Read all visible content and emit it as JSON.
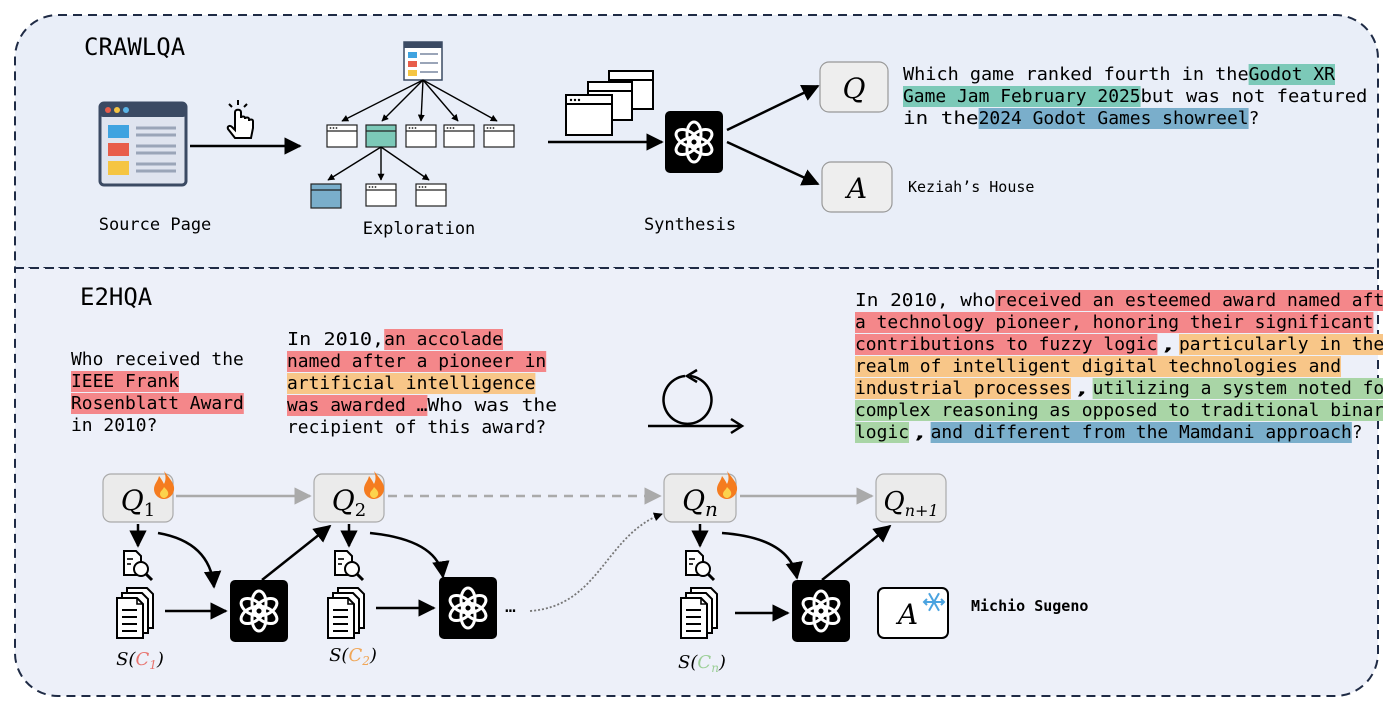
{
  "crawlqa": {
    "title": "CRAWLQA",
    "source_label": "Source Page",
    "exploration_label": "Exploration",
    "synthesis_label": "Synthesis",
    "q_symbol": "Q",
    "a_symbol": "A",
    "question_lines": [
      [
        {
          "t": "Which game ranked fourth in the ",
          "h": ""
        },
        {
          "t": "Godot XR",
          "h": "teal"
        }
      ],
      [
        {
          "t": "Game Jam February 2025",
          "h": "teal"
        },
        {
          "t": " but was not featured",
          "h": ""
        }
      ],
      [
        {
          "t": "in the ",
          "h": ""
        },
        {
          "t": "2024 Godot Games showreel",
          "h": "blue"
        },
        {
          "t": "?",
          "h": ""
        }
      ]
    ],
    "answer": "Keziah’s House"
  },
  "e2hqa": {
    "title": "E2HQA",
    "q1_lines": [
      [
        {
          "t": "Who received the",
          "h": ""
        }
      ],
      [
        {
          "t": "IEEE Frank",
          "h": "red"
        }
      ],
      [
        {
          "t": "Rosenblatt Award",
          "h": "red"
        }
      ],
      [
        {
          "t": "in 2010?",
          "h": ""
        }
      ]
    ],
    "q2_lines": [
      [
        {
          "t": "In 2010, ",
          "h": ""
        },
        {
          "t": "an accolade",
          "h": "red"
        }
      ],
      [
        {
          "t": "named after a pioneer in",
          "h": "red"
        }
      ],
      [
        {
          "t": "artificial intelligence",
          "h": "orange"
        }
      ],
      [
        {
          "t": "was awarded …",
          "h": "red"
        },
        {
          "t": " Who was the",
          "h": ""
        }
      ],
      [
        {
          "t": "recipient of this award?",
          "h": ""
        }
      ]
    ],
    "qn_lines": [
      [
        {
          "t": "In 2010, who ",
          "h": ""
        },
        {
          "t": "received an esteemed award named after",
          "h": "red"
        }
      ],
      [
        {
          "t": "a technology pioneer, honoring their significant",
          "h": "red"
        }
      ],
      [
        {
          "t": "contributions to fuzzy logic",
          "h": "red"
        },
        {
          "t": ", ",
          "h": ""
        },
        {
          "t": "particularly in the",
          "h": "orange"
        }
      ],
      [
        {
          "t": "realm of intelligent digital technologies and",
          "h": "orange"
        }
      ],
      [
        {
          "t": "industrial processes",
          "h": "orange"
        },
        {
          "t": ", ",
          "h": ""
        },
        {
          "t": "utilizing a system noted for",
          "h": "green"
        }
      ],
      [
        {
          "t": "complex reasoning as opposed to traditional binary",
          "h": "green"
        }
      ],
      [
        {
          "t": "logic",
          "h": "green"
        },
        {
          "t": ", ",
          "h": ""
        },
        {
          "t": "and different from the Mamdani approach",
          "h": "blue"
        },
        {
          "t": "?",
          "h": ""
        }
      ]
    ],
    "q_symbol": "Q",
    "q1_sub": "1",
    "q2_sub": "2",
    "qn_sub": "n",
    "qn1_sub": "n+1",
    "s_label_prefix": "S(",
    "s_label_suffix": ")",
    "c_symbol": "C",
    "ellipsis": "…",
    "a_symbol": "A",
    "answer": "Michio Sugeno"
  },
  "colors": {
    "top_panel": "#e9eef8",
    "bottom_panel": "#edf0f9",
    "border": "#1f2b45",
    "red": "#f4878a",
    "orange": "#f8c688",
    "green": "#a9d5a6",
    "teal": "#7cc9b8",
    "blue": "#7aaecb",
    "c1": "#e8746f",
    "c2": "#f0a657",
    "cn": "#9ccf97"
  },
  "icons": [
    "browser-window-icon",
    "click-cursor-icon",
    "page-tree-icon",
    "stacked-windows-icon",
    "openai-logo-icon",
    "search-document-icon",
    "documents-stack-icon",
    "fire-icon",
    "snowflake-icon",
    "cycle-arrow-icon"
  ]
}
